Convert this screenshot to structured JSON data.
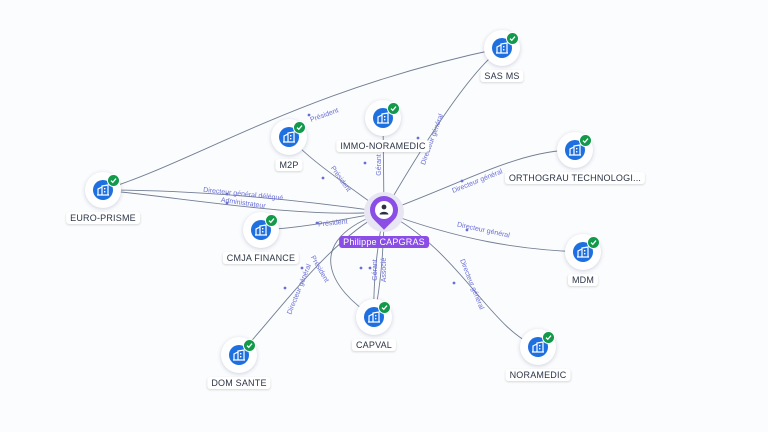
{
  "person": {
    "name": "Philippe CAPGRAS",
    "icon": "user-icon"
  },
  "companies": [
    {
      "name": "SAS MS",
      "icon": "building-icon",
      "verified": true
    },
    {
      "name": "IMMO-NORAMEDIC",
      "icon": "building-icon",
      "verified": true
    },
    {
      "name": "M2P",
      "icon": "building-icon",
      "verified": true
    },
    {
      "name": "ORTHOGRAU TECHNOLOGI...",
      "icon": "building-icon",
      "verified": true
    },
    {
      "name": "EURO-PRISME",
      "icon": "building-icon",
      "verified": true
    },
    {
      "name": "CMJA FINANCE",
      "icon": "building-icon",
      "verified": true
    },
    {
      "name": "MDM",
      "icon": "building-icon",
      "verified": true
    },
    {
      "name": "CAPVAL",
      "icon": "building-icon",
      "verified": true
    },
    {
      "name": "NORAMEDIC",
      "icon": "building-icon",
      "verified": true
    },
    {
      "name": "DOM SANTE",
      "icon": "building-icon",
      "verified": true
    }
  ],
  "relations": [
    {
      "target": "SAS MS",
      "label": "Directeur général"
    },
    {
      "target": "IMMO-NORAMEDIC",
      "label": "Gérant"
    },
    {
      "target": "M2P",
      "label": "Président"
    },
    {
      "target": "ORTHOGRAU TECHNOLOGI...",
      "label": "Directeur général"
    },
    {
      "target": "EURO-PRISME",
      "label": "Directeur général délégué"
    },
    {
      "target": "EURO-PRISME",
      "label": "Administrateur"
    },
    {
      "target": "CMJA FINANCE",
      "label": "Président"
    },
    {
      "target": "MDM",
      "label": "Directeur général"
    },
    {
      "target": "CAPVAL",
      "label": "Gérant"
    },
    {
      "target": "CAPVAL",
      "label": "Associé"
    },
    {
      "target": "NORAMEDIC",
      "label": "Directeur général"
    },
    {
      "target": "DOM SANTE",
      "label": "Directeur général"
    },
    {
      "target": "DOM SANTE",
      "label": "Président"
    },
    {
      "target": "SAS MS",
      "label": "Président"
    }
  ],
  "colors": {
    "accent": "#8a4ee6",
    "node_icon": "#1e6fe0",
    "verified": "#12994a",
    "edge_label": "#6a6fd6"
  }
}
